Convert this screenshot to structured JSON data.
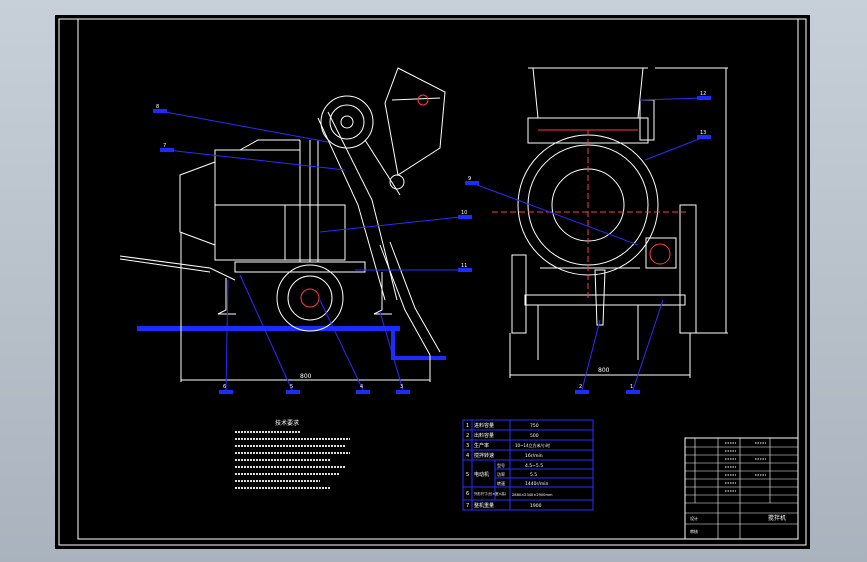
{
  "colors": {
    "sheet": "#000000",
    "frame": "#ffffff",
    "leader": "#2b2bff",
    "accent": "#ff3d3d",
    "label_box": "#1c2cff"
  },
  "side_view": {
    "balloons": [
      "8",
      "7",
      "10",
      "11",
      "6",
      "5",
      "4",
      "3"
    ],
    "dimension": "800"
  },
  "front_view": {
    "balloons": [
      "9",
      "12",
      "13",
      "2",
      "1"
    ],
    "dimension": "800"
  },
  "notes": {
    "title": "技术要求"
  },
  "spec_table": {
    "row_numbers": [
      "1",
      "2",
      "3",
      "4",
      "5",
      "6",
      "7"
    ],
    "labels": [
      "进料容量",
      "出料容量",
      "生产率",
      "搅拌转速",
      "电动机",
      "外形尺寸(长×宽×高)",
      "整机重量"
    ],
    "values": [
      "750",
      "500",
      "10~14立方米/小时",
      "16r/min",
      "4.5~5.5",
      "5.5",
      "1440r/min",
      "2880×2340×2900mm",
      "1900"
    ],
    "sub_labels": [
      "型号",
      "功率",
      "转速"
    ]
  },
  "title_block": {
    "labels": [
      "搅拌机",
      "设计",
      "审核"
    ]
  }
}
